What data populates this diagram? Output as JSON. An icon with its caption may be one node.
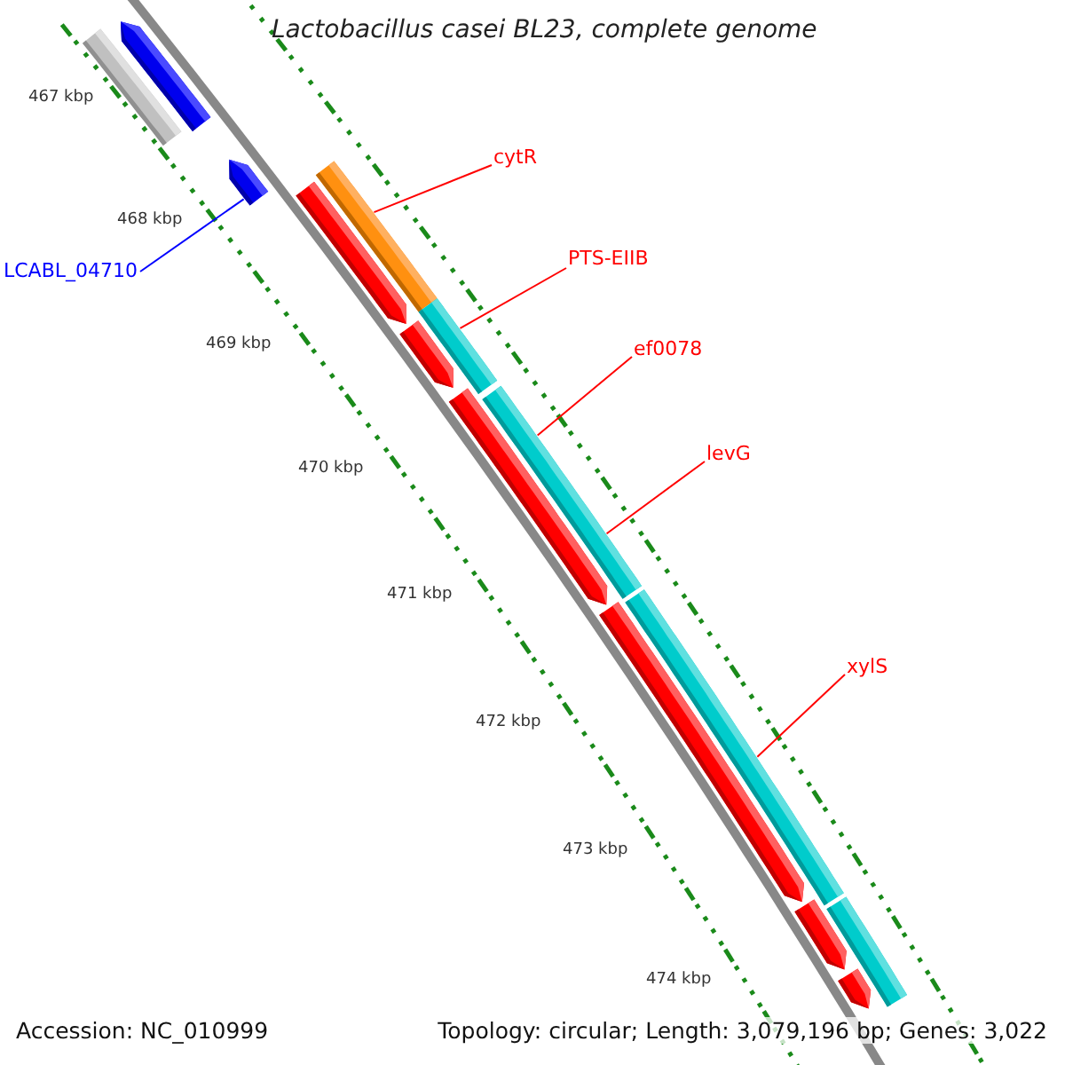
{
  "diagram": {
    "title": "Lactobacillus casei BL23, complete genome",
    "nodes": [
      {
        "text": [
          "cytR"
        ]
      },
      {
        "text": [
          "PTS-EIIB"
        ]
      },
      {
        "text": [
          "ef0078"
        ]
      },
      {
        "text": [
          "levG"
        ]
      },
      {
        "text": [
          "xylS"
        ]
      },
      {
        "text": [
          "LCABL_04710"
        ]
      },
      {
        "text": [],
        "shape": "bar"
      },
      {
        "text": [],
        "shape": "arrow"
      },
      {
        "text": [],
        "shape": "arrow"
      },
      {
        "text": [],
        "shape": "bar"
      },
      {
        "text": [],
        "shape": "arrow"
      },
      {
        "text": [],
        "shape": "bar"
      },
      {
        "text": [],
        "shape": "arrow"
      },
      {
        "text": [],
        "shape": "arrow"
      },
      {
        "text": [],
        "shape": "bar"
      },
      {
        "text": [],
        "shape": "arrow"
      },
      {
        "text": [],
        "shape": "bar"
      },
      {
        "text": [],
        "shape": "arrow"
      },
      {
        "text": [],
        "shape": "bar"
      },
      {
        "text": [],
        "shape": "arrow"
      }
    ],
    "edges": [
      {
        "from": 0,
        "to": 9,
        "arrow": "none"
      },
      {
        "from": 1,
        "to": 11,
        "arrow": "none"
      },
      {
        "from": 2,
        "to": 14,
        "arrow": "none"
      },
      {
        "from": 3,
        "to": 14,
        "arrow": "none"
      },
      {
        "from": 4,
        "to": 16,
        "arrow": "none"
      },
      {
        "from": 5,
        "to": 8,
        "arrow": "none",
        "color": "#0000ff"
      }
    ],
    "labels": [
      "467 kbp",
      "468 kbp",
      "469 kbp",
      "470 kbp",
      "471 kbp",
      "472 kbp",
      "473 kbp",
      "474 kbp",
      "Accession: NC_010999",
      "Topology: circular; Length: 3,079,196 bp; Genes: 3,022"
    ]
  }
}
